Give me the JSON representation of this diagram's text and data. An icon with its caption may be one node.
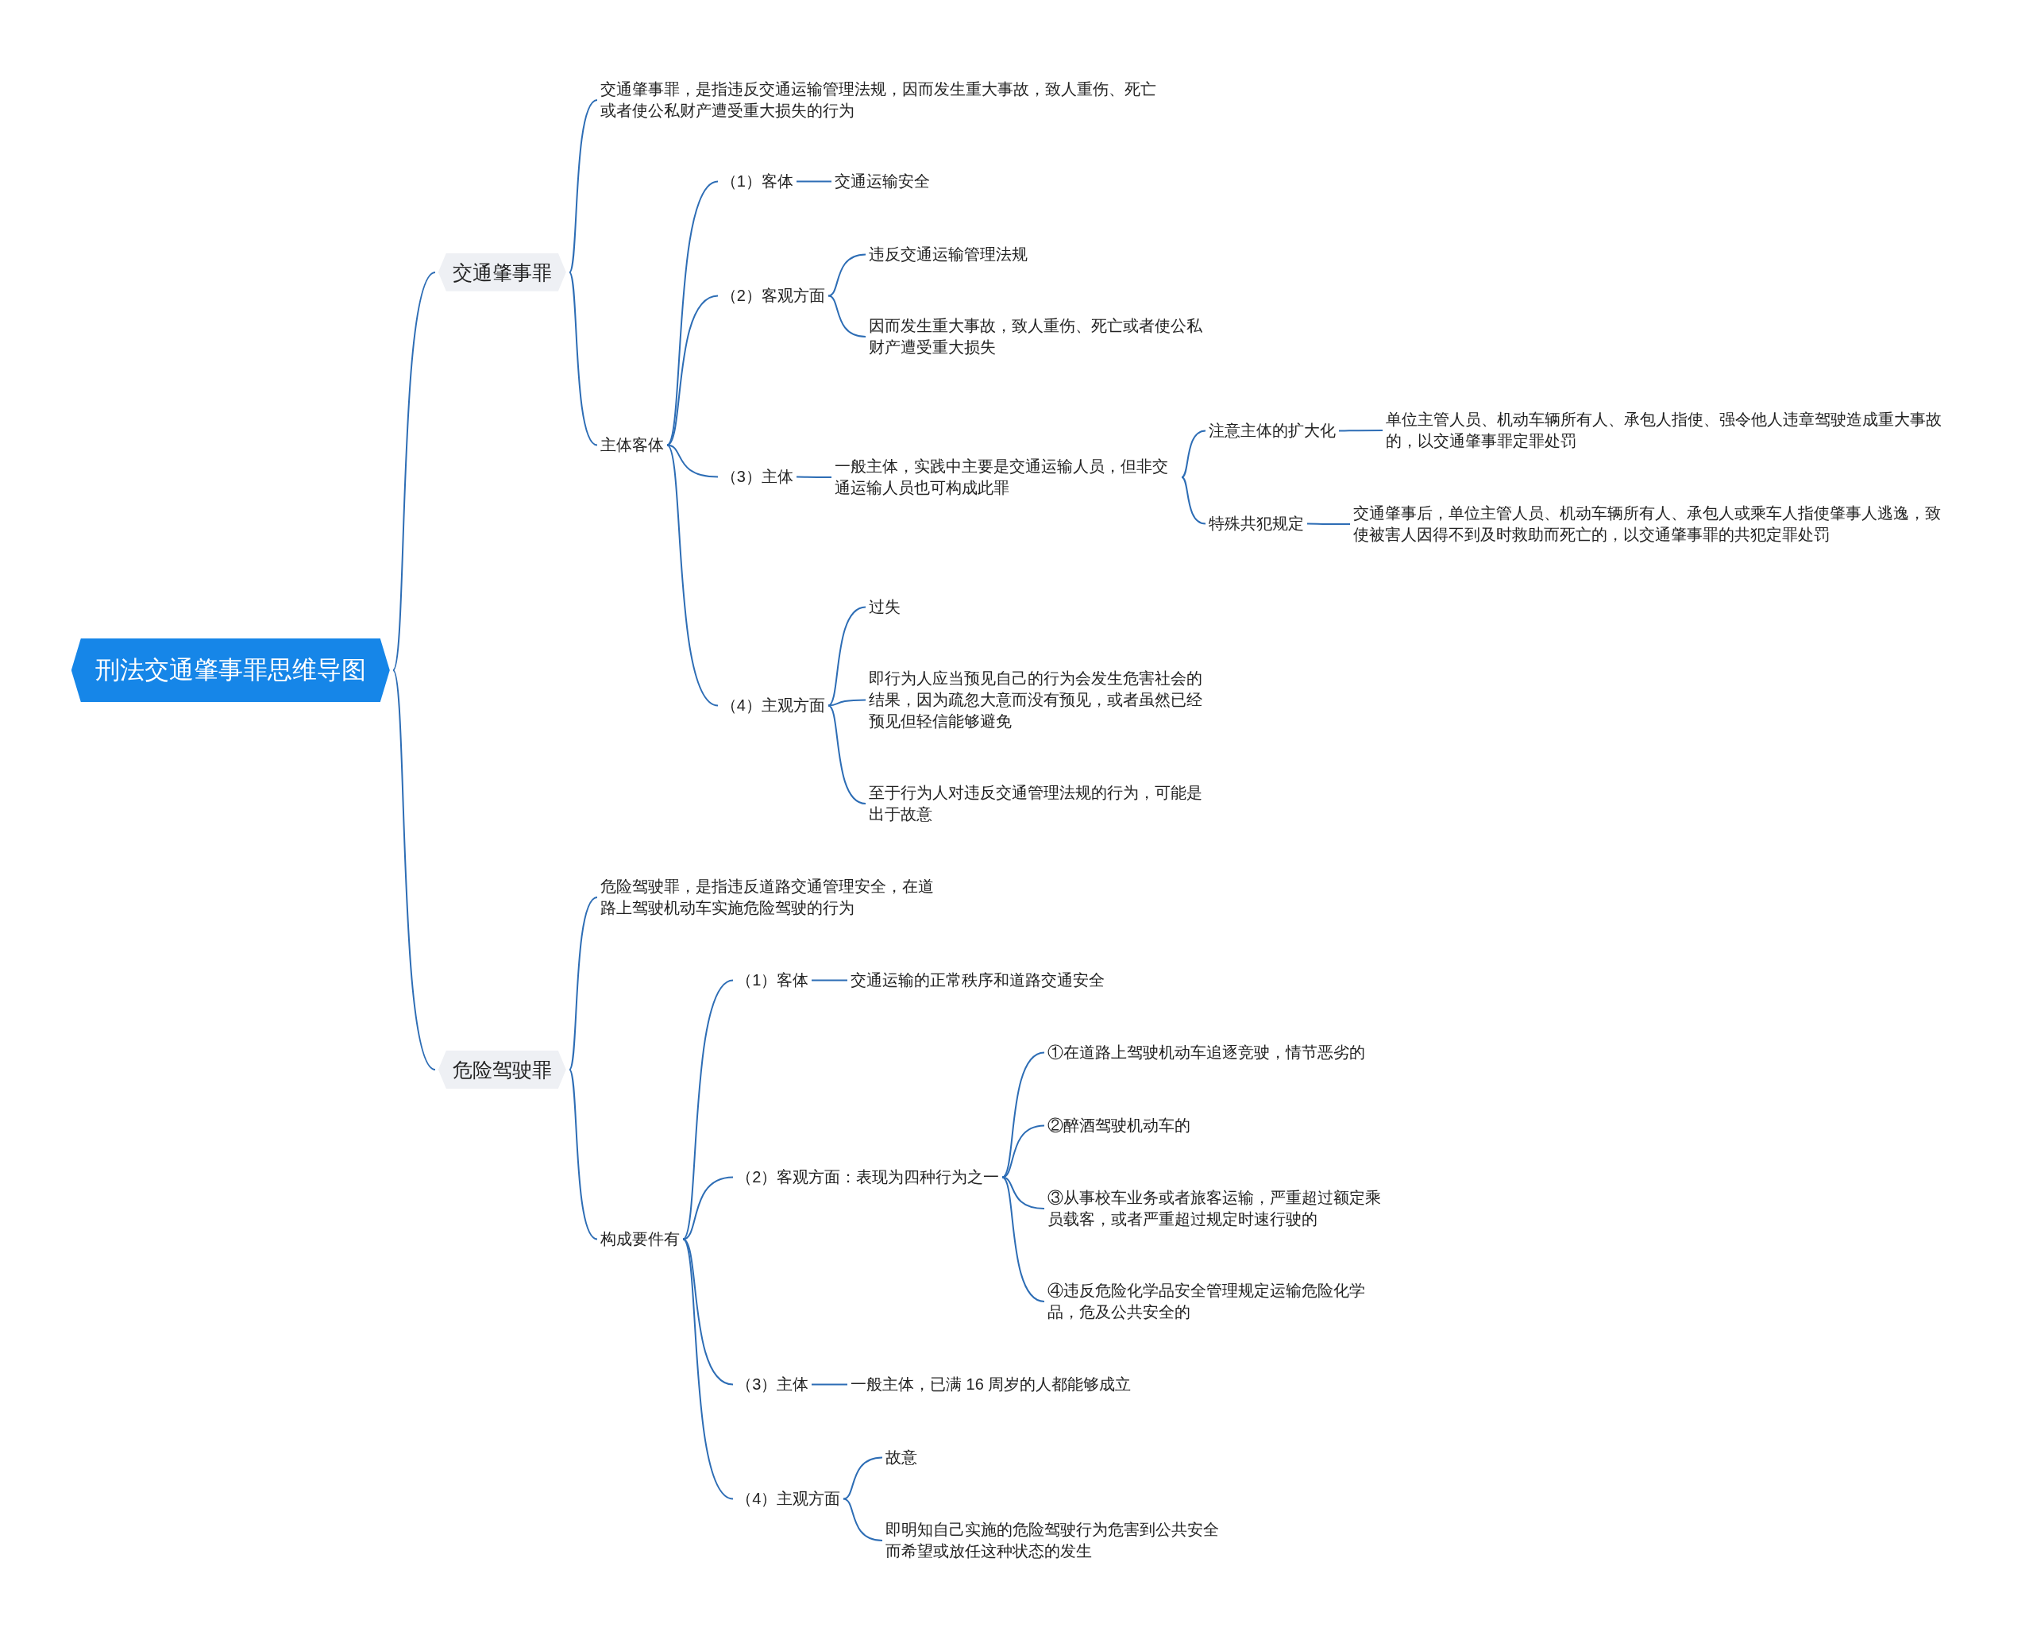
{
  "diagram": {
    "nodes": [
      {
        "text": [
          "刑法交通肇事罪思维导图"
        ]
      },
      {
        "text": [
          "交通肇事罪"
        ]
      },
      {
        "text": [
          "交通肇事罪，是指违反交通运输管理法规，因而发生重大事故，致人重伤、死亡或者使公私财产遭受重大损失的行为"
        ]
      },
      {
        "text": [
          "主体客体"
        ]
      },
      {
        "text": [
          "（1）客体"
        ]
      },
      {
        "text": [
          "交通运输安全"
        ]
      },
      {
        "text": [
          "（2）客观方面"
        ]
      },
      {
        "text": [
          "违反交通运输管理法规"
        ]
      },
      {
        "text": [
          "因而发生重大事故，致人重伤、死亡或者使公私财产遭受重大损失"
        ]
      },
      {
        "text": [
          "（3）主体"
        ]
      },
      {
        "text": [
          "一般主体，实践中主要是交通运输人员，但非交通运输人员也可构成此罪"
        ]
      },
      {
        "text": [
          "注意主体的扩大化"
        ]
      },
      {
        "text": [
          "单位主管人员、机动车辆所有人、承包人指使、强令他人违章驾驶造成重大事故的，以交通肇事罪定罪处罚"
        ]
      },
      {
        "text": [
          "特殊共犯规定"
        ]
      },
      {
        "text": [
          "交通肇事后，单位主管人员、机动车辆所有人、承包人或乘车人指使肇事人逃逸，致使被害人因得不到及时救助而死亡的，以交通肇事罪的共犯定罪处罚"
        ]
      },
      {
        "text": [
          "（4）主观方面"
        ]
      },
      {
        "text": [
          "过失"
        ]
      },
      {
        "text": [
          "即行为人应当预见自己的行为会发生危害社会的结果，因为疏忽大意而没有预见，或者虽然已经预见但轻信能够避免"
        ]
      },
      {
        "text": [
          "至于行为人对违反交通管理法规的行为，可能是出于故意"
        ]
      },
      {
        "text": [
          "危险驾驶罪"
        ]
      },
      {
        "text": [
          "危险驾驶罪，是指违反道路交通管理安全，在道路上驾驶机动车实施危险驾驶的行为"
        ]
      },
      {
        "text": [
          "构成要件有"
        ]
      },
      {
        "text": [
          "（1）客体"
        ]
      },
      {
        "text": [
          "交通运输的正常秩序和道路交通安全"
        ]
      },
      {
        "text": [
          "（2）客观方面：表现为四种行为之一"
        ]
      },
      {
        "text": [
          "①在道路上驾驶机动车追逐竞驶，情节恶劣的"
        ]
      },
      {
        "text": [
          "②醉酒驾驶机动车的"
        ]
      },
      {
        "text": [
          "③从事校车业务或者旅客运输，严重超过额定乘员载客，或者严重超过规定时速行驶的"
        ]
      },
      {
        "text": [
          "④违反危险化学品安全管理规定运输危险化学品，危及公共安全的"
        ]
      },
      {
        "text": [
          "（3）主体"
        ]
      },
      {
        "text": [
          "一般主体，已满 16 周岁的人都能够成立"
        ]
      },
      {
        "text": [
          "（4）主观方面"
        ]
      },
      {
        "text": [
          "故意"
        ]
      },
      {
        "text": [
          "即明知自己实施的危险驾驶行为危害到公共安全而希望或放任这种状态的发生"
        ]
      }
    ],
    "edges": [
      {
        "from": 0,
        "to": 1,
        "arrow": "none"
      },
      {
        "from": 0,
        "to": 19,
        "arrow": "none"
      },
      {
        "from": 1,
        "to": 2,
        "arrow": "none"
      },
      {
        "from": 1,
        "to": 3,
        "arrow": "none"
      },
      {
        "from": 3,
        "to": 4,
        "arrow": "none"
      },
      {
        "from": 4,
        "to": 5,
        "arrow": "none"
      },
      {
        "from": 3,
        "to": 6,
        "arrow": "none"
      },
      {
        "from": 6,
        "to": 7,
        "arrow": "none"
      },
      {
        "from": 6,
        "to": 8,
        "arrow": "none"
      },
      {
        "from": 3,
        "to": 9,
        "arrow": "none"
      },
      {
        "from": 9,
        "to": 10,
        "arrow": "none"
      },
      {
        "from": 10,
        "to": 11,
        "arrow": "none"
      },
      {
        "from": 11,
        "to": 12,
        "arrow": "none"
      },
      {
        "from": 10,
        "to": 13,
        "arrow": "none"
      },
      {
        "from": 13,
        "to": 14,
        "arrow": "none"
      },
      {
        "from": 3,
        "to": 15,
        "arrow": "none"
      },
      {
        "from": 15,
        "to": 16,
        "arrow": "none"
      },
      {
        "from": 15,
        "to": 17,
        "arrow": "none"
      },
      {
        "from": 15,
        "to": 18,
        "arrow": "none"
      },
      {
        "from": 19,
        "to": 20,
        "arrow": "none"
      },
      {
        "from": 19,
        "to": 21,
        "arrow": "none"
      },
      {
        "from": 21,
        "to": 22,
        "arrow": "none"
      },
      {
        "from": 22,
        "to": 23,
        "arrow": "none"
      },
      {
        "from": 21,
        "to": 24,
        "arrow": "none"
      },
      {
        "from": 24,
        "to": 25,
        "arrow": "none"
      },
      {
        "from": 24,
        "to": 26,
        "arrow": "none"
      },
      {
        "from": 24,
        "to": 27,
        "arrow": "none"
      },
      {
        "from": 24,
        "to": 28,
        "arrow": "none"
      },
      {
        "from": 21,
        "to": 29,
        "arrow": "none"
      },
      {
        "from": 29,
        "to": 30,
        "arrow": "none"
      },
      {
        "from": 21,
        "to": 31,
        "arrow": "none"
      },
      {
        "from": 31,
        "to": 32,
        "arrow": "none"
      },
      {
        "from": 31,
        "to": 33,
        "arrow": "none"
      }
    ]
  }
}
